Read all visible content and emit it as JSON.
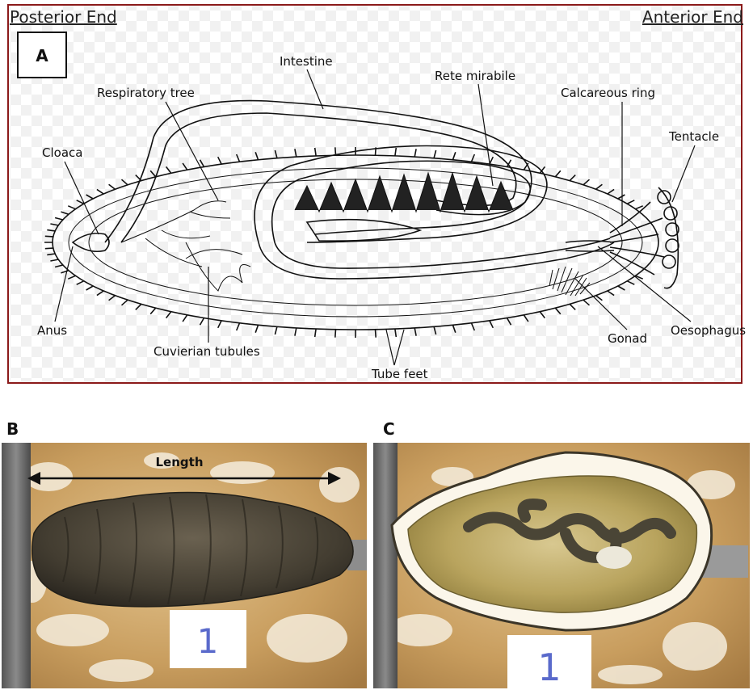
{
  "panel_a": {
    "letter": "A",
    "posterior": "Posterior End",
    "anterior": "Anterior End",
    "labels": {
      "intestine": "Intestine",
      "rete": "Rete mirabile",
      "resp": "Respiratory tree",
      "calc": "Calcareous ring",
      "tentacle": "Tentacle",
      "cloaca": "Cloaca",
      "anus": "Anus",
      "cuvierian": "Cuvierian tubules",
      "tubefeet": "Tube feet",
      "gonad": "Gonad",
      "oesophagus": "Oesophagus"
    }
  },
  "panel_b": {
    "letter": "B",
    "length": "Length",
    "tag": "1"
  },
  "panel_c": {
    "letter": "C",
    "tag": "1"
  },
  "colors": {
    "frame": "#8b1a1a",
    "photo_board": "#c8a36b",
    "specimen": "#4a4438",
    "ink": "#111111"
  }
}
